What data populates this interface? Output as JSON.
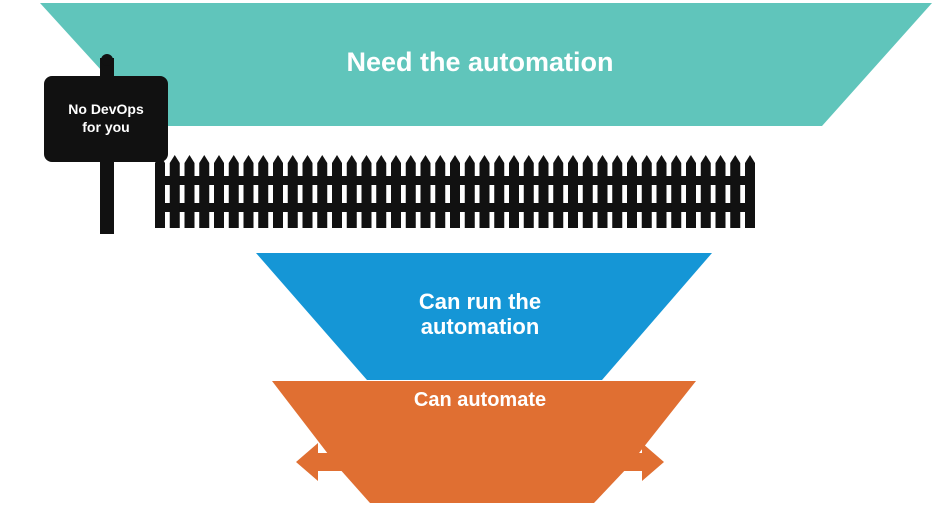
{
  "diagram": {
    "top_tier": {
      "label": "Need the automation",
      "color": "#60c5bb"
    },
    "middle_tier": {
      "label_line1": "Can run the",
      "label_line2": "automation",
      "color": "#1596d6"
    },
    "bottom_tier": {
      "label": "Can automate",
      "color": "#e06f32"
    },
    "sign": {
      "line1": "No DevOps",
      "line2": "for you",
      "color": "#111111"
    },
    "fence": {
      "color": "#111111"
    }
  }
}
